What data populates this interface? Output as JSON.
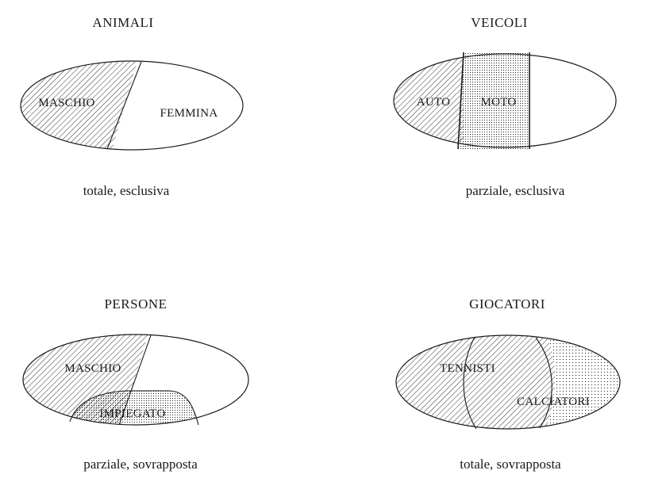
{
  "diagrams": [
    {
      "title": "ANIMALI",
      "caption": "totale, esclusiva",
      "labels": [
        "MASCHIO",
        "FEMMINA"
      ]
    },
    {
      "title": "VEICOLI",
      "caption": "parziale, esclusiva",
      "labels": [
        "AUTO",
        "MOTO"
      ]
    },
    {
      "title": "PERSONE",
      "caption": "parziale, sovrapposta",
      "labels": [
        "MASCHIO",
        "IMPIEGATO"
      ]
    },
    {
      "title": "GIOCATORI",
      "caption": "totale, sovrapposta",
      "labels": [
        "TENNISTI",
        "CALCIATORI"
      ]
    }
  ],
  "colors": {
    "ink": "#1a1a1a",
    "background": "#ffffff"
  }
}
